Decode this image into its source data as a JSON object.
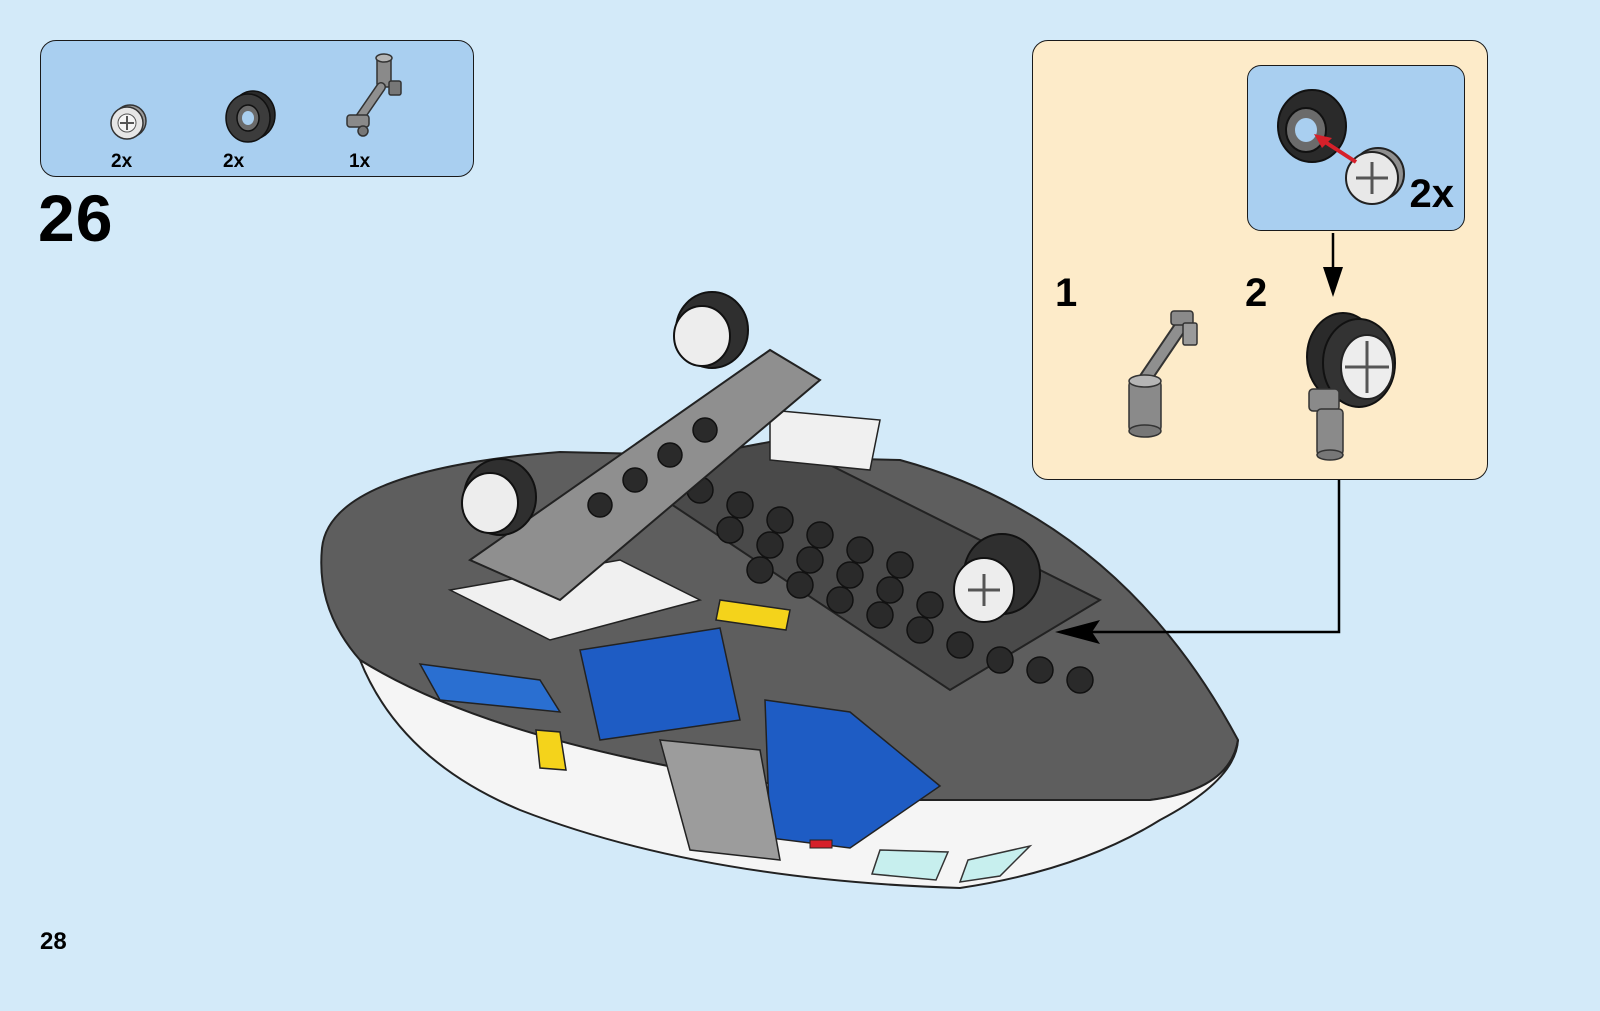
{
  "parts_list": {
    "items": [
      {
        "name": "wheel-rim",
        "quantity": "2x"
      },
      {
        "name": "tire",
        "quantity": "2x"
      },
      {
        "name": "axle-bar-with-clip",
        "quantity": "1x"
      }
    ]
  },
  "step": {
    "number": "26"
  },
  "substeps": {
    "first_label": "1",
    "second_label": "2",
    "inner_quantity": "2x"
  },
  "page": {
    "number": "28"
  },
  "colors": {
    "background": "#d3eaf9",
    "callout_blue": "#a9cff0",
    "substep_background": "#fdebc9",
    "arrow_red": "#d6202a"
  }
}
